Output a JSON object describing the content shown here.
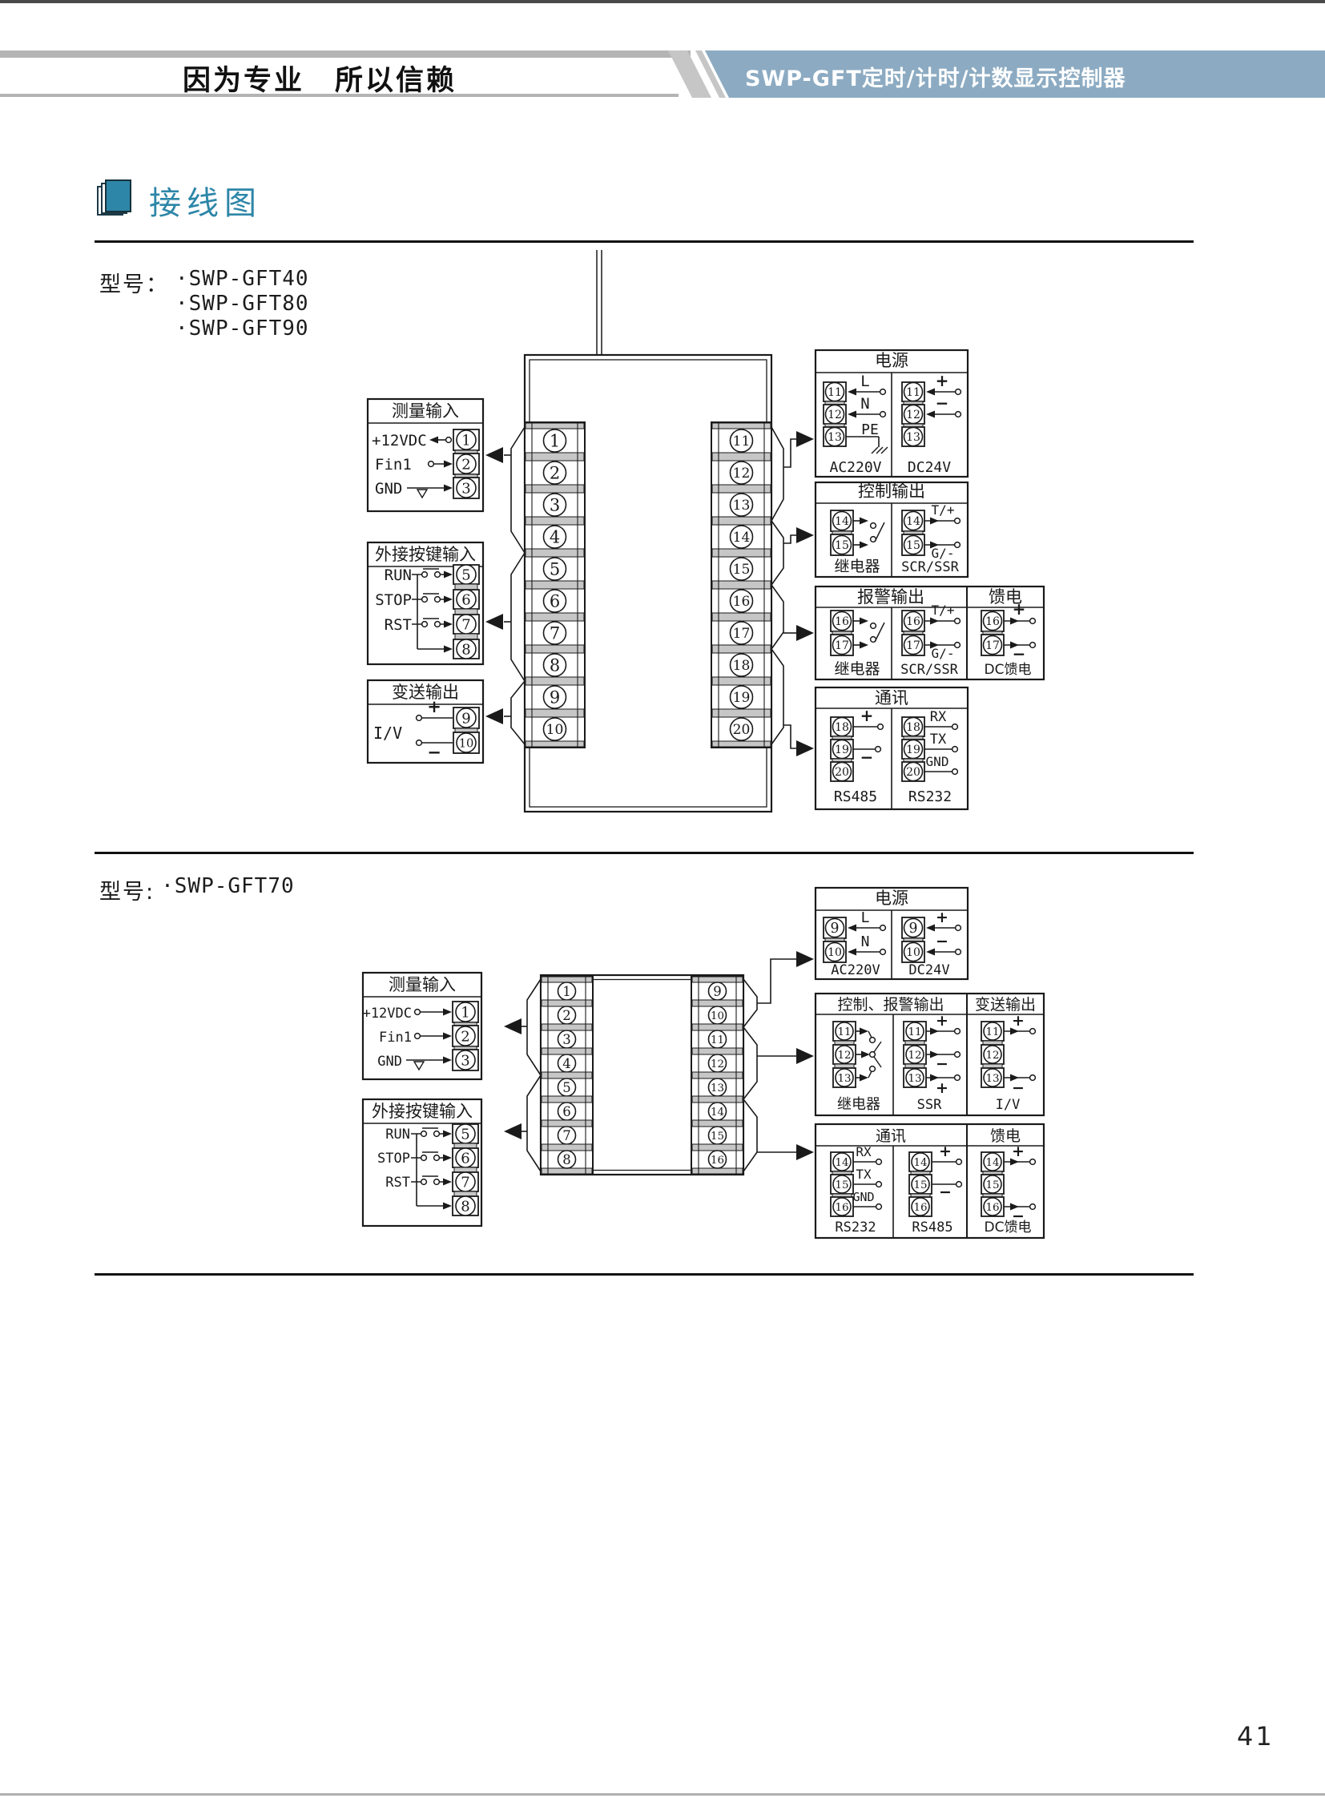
{
  "header": {
    "slogan": "因为专业　所以信赖",
    "product_title": "SWP-GFT定时/计时/计数显示控制器",
    "accent_blue": "#8cabc2"
  },
  "section_title": "接线图",
  "accent_teal": "#2d86a8",
  "models1": {
    "label": "型号：",
    "items": [
      "·SWP-GFT40",
      "·SWP-GFT80",
      "·SWP-GFT90"
    ]
  },
  "models2": {
    "label": "型号:",
    "items": [
      "·SWP-GFT70"
    ]
  },
  "page": {
    "number": "41"
  },
  "diagram1": {
    "left_strip": [
      "1",
      "2",
      "3",
      "4",
      "5",
      "6",
      "7",
      "8",
      "9",
      "10"
    ],
    "right_strip": [
      "11",
      "12",
      "13",
      "14",
      "15",
      "16",
      "17",
      "18",
      "19",
      "20"
    ],
    "measure_box": {
      "title": "测量输入",
      "rows": [
        {
          "label": "+12VDC",
          "t": "1"
        },
        {
          "label": "Fin1",
          "t": "2"
        },
        {
          "label": "GND",
          "t": "3"
        }
      ]
    },
    "keys_box": {
      "title": "外接按键输入",
      "rows": [
        {
          "label": "RUN",
          "t": "5"
        },
        {
          "label": "STOP",
          "t": "6"
        },
        {
          "label": "RST",
          "t": "7"
        },
        {
          "label": "",
          "t": "8"
        }
      ]
    },
    "retrans_box": {
      "title": "变送输出",
      "name": "I/V",
      "rows": [
        {
          "label": "+",
          "t": "9"
        },
        {
          "label": "−",
          "t": "10"
        }
      ]
    },
    "power_box": {
      "title": "电源",
      "left": {
        "name": "AC220V",
        "rows": [
          {
            "label": "L",
            "t": "11"
          },
          {
            "label": "N",
            "t": "12"
          },
          {
            "label": "PE",
            "t": "13"
          }
        ]
      },
      "right": {
        "name": "DC24V",
        "rows": [
          {
            "label": "+",
            "t": "11"
          },
          {
            "label": "−",
            "t": "12"
          },
          {
            "label": "",
            "t": "13"
          }
        ]
      }
    },
    "control_box": {
      "title": "控制输出",
      "left": {
        "name": "继电器",
        "terminals": [
          "14",
          "15"
        ]
      },
      "right": {
        "name": "SCR/SSR",
        "rows": [
          {
            "label": "T/+",
            "t": "14"
          },
          {
            "label": "G/-",
            "t": "15"
          }
        ]
      }
    },
    "alarm_box": {
      "title": "报警输出",
      "left": {
        "name": "继电器",
        "terminals": [
          "16",
          "17"
        ]
      },
      "right": {
        "name": "SCR/SSR",
        "rows": [
          {
            "label": "T/+",
            "t": "16"
          },
          {
            "label": "G/-",
            "t": "17"
          }
        ]
      }
    },
    "feed_box": {
      "title": "馈电",
      "name": "DC馈电",
      "rows": [
        {
          "label": "+",
          "t": "16"
        },
        {
          "label": "−",
          "t": "17"
        }
      ]
    },
    "comm_box": {
      "title": "通讯",
      "left": {
        "name": "RS485",
        "rows": [
          {
            "label": "+",
            "t": "18"
          },
          {
            "label": "−",
            "t": "19"
          },
          {
            "label": "",
            "t": "20"
          }
        ]
      },
      "right": {
        "name": "RS232",
        "rows": [
          {
            "label": "RX",
            "t": "18"
          },
          {
            "label": "TX",
            "t": "19"
          },
          {
            "label": "GND",
            "t": "20"
          }
        ]
      }
    }
  },
  "diagram2": {
    "left_strip": [
      "1",
      "2",
      "3",
      "4",
      "5",
      "6",
      "7",
      "8"
    ],
    "right_strip": [
      "9",
      "10",
      "11",
      "12",
      "13",
      "14",
      "15",
      "16"
    ],
    "measure_box": {
      "title": "测量输入",
      "rows": [
        {
          "label": "+12VDC",
          "t": "1"
        },
        {
          "label": "Fin1",
          "t": "2"
        },
        {
          "label": "GND",
          "t": "3"
        }
      ]
    },
    "keys_box": {
      "title": "外接按键输入",
      "rows": [
        {
          "label": "RUN",
          "t": "5"
        },
        {
          "label": "STOP",
          "t": "6"
        },
        {
          "label": "RST",
          "t": "7"
        },
        {
          "label": "",
          "t": "8"
        }
      ]
    },
    "power_box": {
      "title": "电源",
      "left": {
        "name": "AC220V",
        "rows": [
          {
            "label": "L",
            "t": "9"
          },
          {
            "label": "N",
            "t": "10"
          }
        ]
      },
      "right": {
        "name": "DC24V",
        "rows": [
          {
            "label": "+",
            "t": "9"
          },
          {
            "label": "−",
            "t": "10"
          }
        ]
      }
    },
    "ctrl_alarm_box": {
      "title": "控制、报警输出",
      "relay": {
        "name": "继电器",
        "terminals": [
          "11",
          "12",
          "13"
        ]
      },
      "ssr": {
        "name": "SSR",
        "rows": [
          {
            "label": "+",
            "t": "11"
          },
          {
            "label": "−",
            "t": "12"
          },
          {
            "label": "+",
            "t": "13"
          }
        ]
      }
    },
    "retrans_box": {
      "title": "变送输出",
      "name": "I/V",
      "rows": [
        {
          "label": "+",
          "t": "11"
        },
        {
          "label": "",
          "t": "12"
        },
        {
          "label": "−",
          "t": "13"
        }
      ]
    },
    "comm_box": {
      "title": "通讯",
      "left": {
        "name": "RS232",
        "rows": [
          {
            "label": "RX",
            "t": "14"
          },
          {
            "label": "TX",
            "t": "15"
          },
          {
            "label": "GND",
            "t": "16"
          }
        ]
      },
      "right": {
        "name": "RS485",
        "rows": [
          {
            "label": "+",
            "t": "14"
          },
          {
            "label": "−",
            "t": "15"
          },
          {
            "label": "",
            "t": "16"
          }
        ]
      }
    },
    "feed_box": {
      "title": "馈电",
      "name": "DC馈电",
      "rows": [
        {
          "label": "+",
          "t": "14"
        },
        {
          "label": "",
          "t": "15"
        },
        {
          "label": "−",
          "t": "16"
        }
      ]
    }
  }
}
